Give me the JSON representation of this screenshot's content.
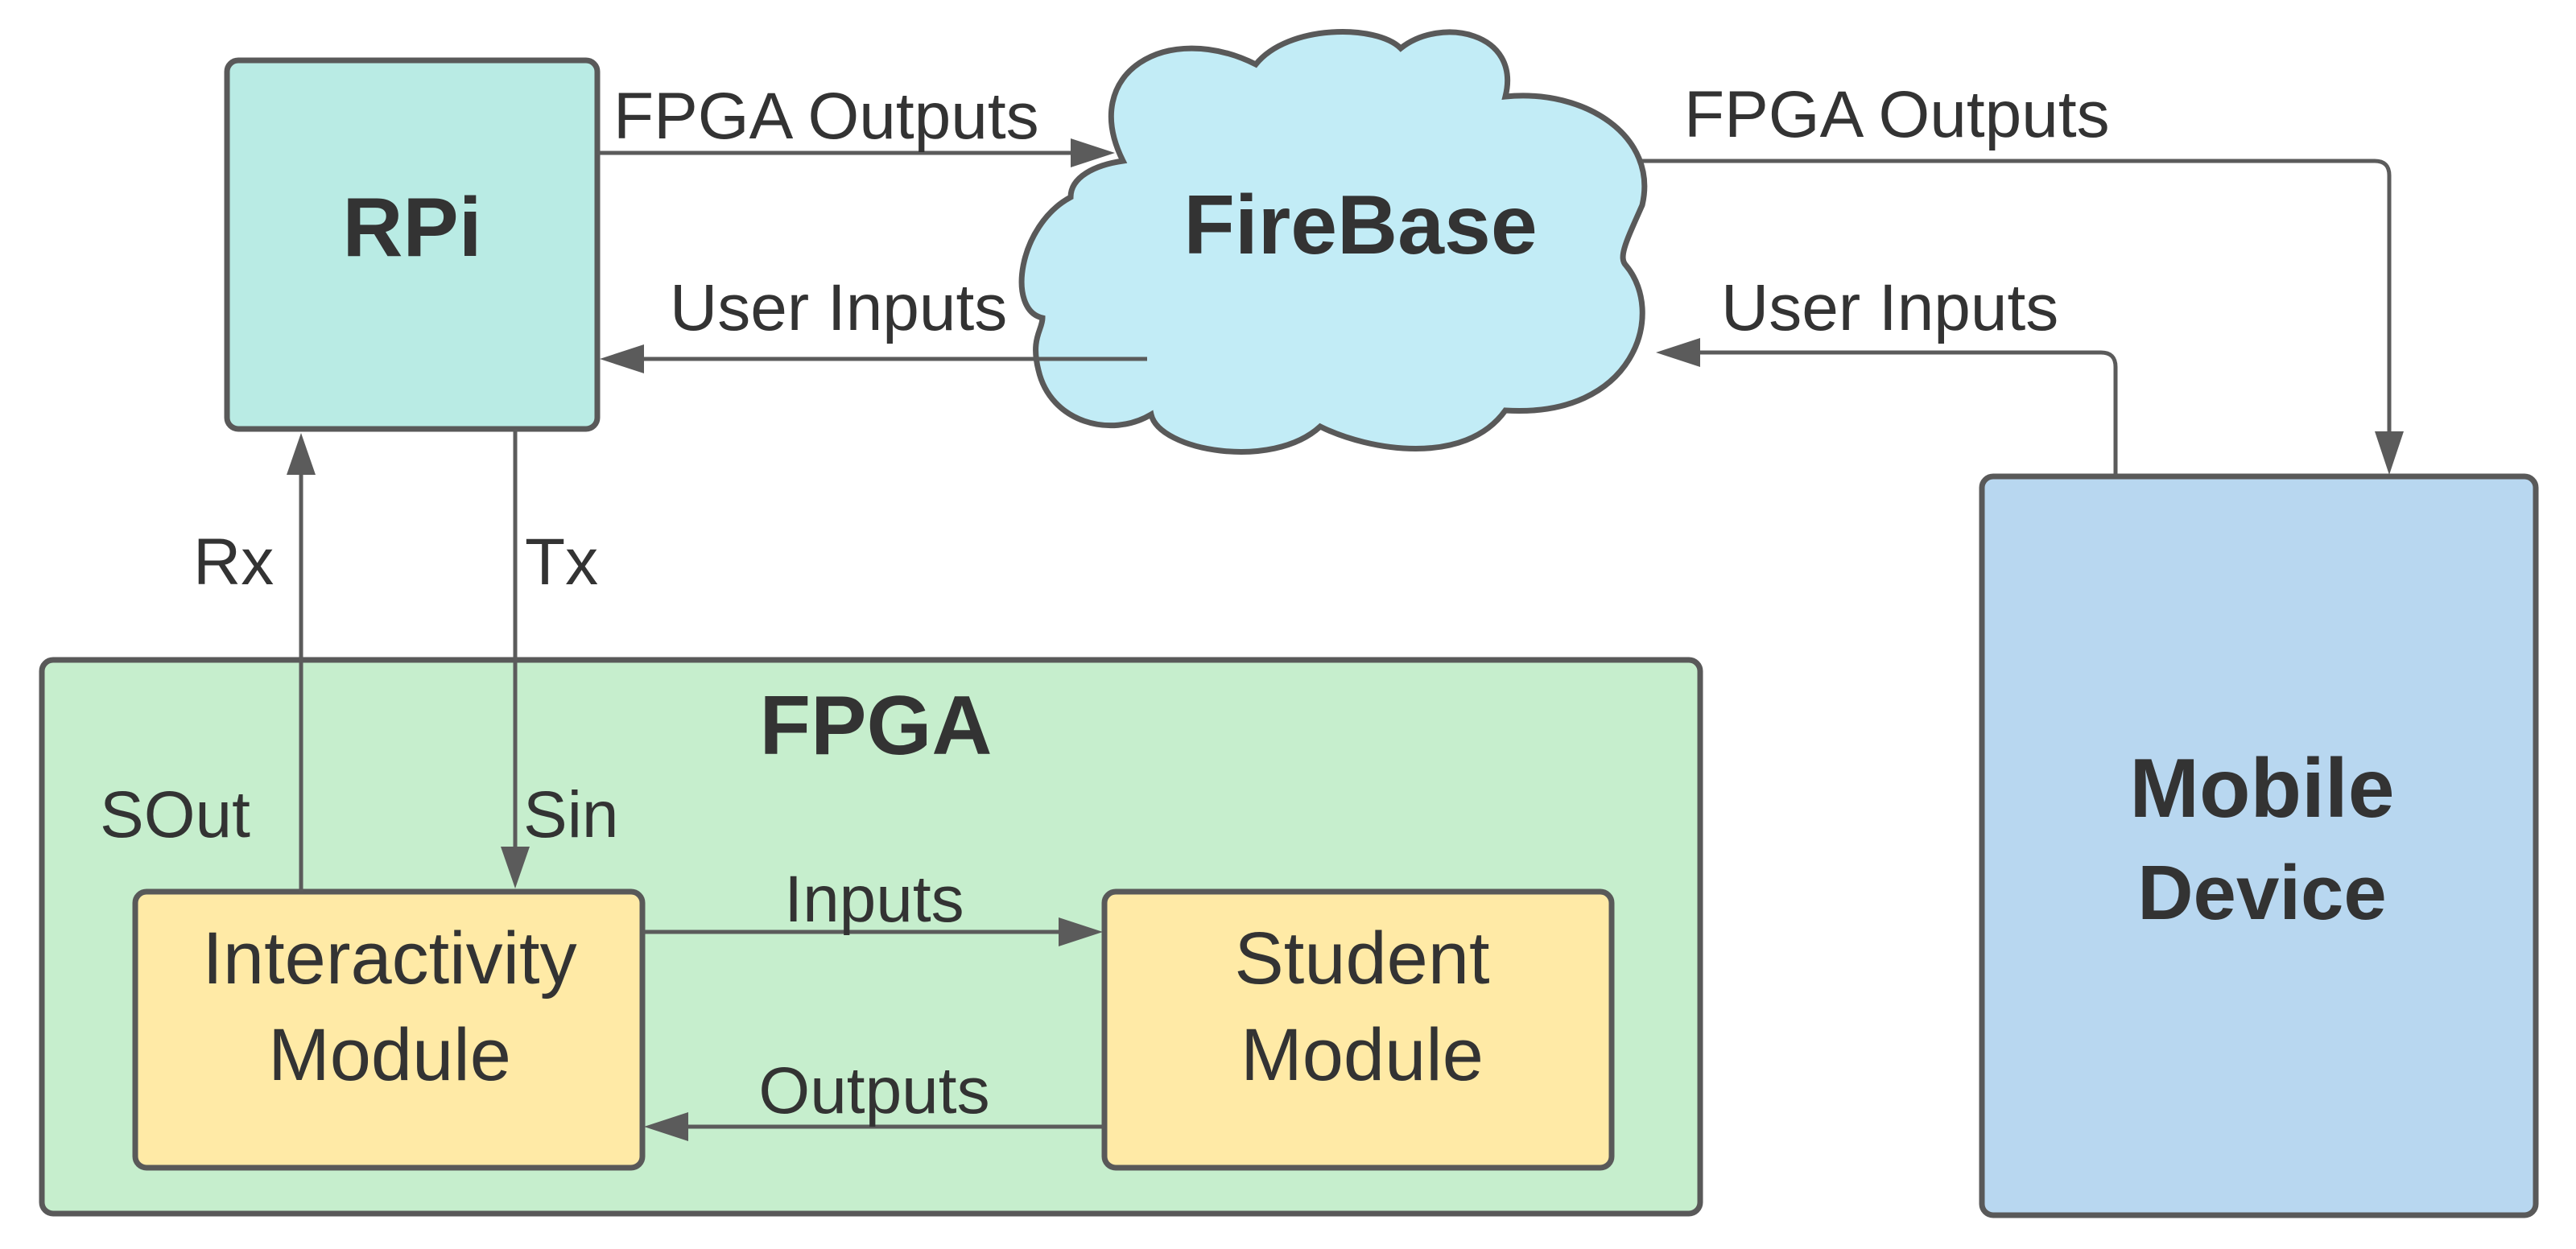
{
  "colors": {
    "rpi_fill": "#b9ebe4",
    "cloud_fill": "#c2ecf6",
    "fpga_fill": "#c6eecd",
    "module_fill": "#ffeaa6",
    "mobile_fill": "#b8d7f0",
    "stroke": "#595959",
    "text": "#333333"
  },
  "nodes": {
    "rpi": {
      "label": "RPi"
    },
    "firebase": {
      "label": "FireBase",
      "shape": "cloud"
    },
    "fpga": {
      "label": "FPGA"
    },
    "interactivity": {
      "line1": "Interactivity",
      "line2": "Module"
    },
    "student": {
      "line1": "Student",
      "line2": "Module"
    },
    "mobile": {
      "line1": "Mobile",
      "line2": "Device"
    }
  },
  "edges": {
    "rpi_to_firebase": "FPGA Outputs",
    "firebase_to_rpi": "User Inputs",
    "firebase_to_mobile": "FPGA Outputs",
    "mobile_to_firebase": "User Inputs",
    "rx": "Rx",
    "tx": "Tx",
    "sout": "SOut",
    "sin": "Sin",
    "inputs": "Inputs",
    "outputs": "Outputs"
  }
}
